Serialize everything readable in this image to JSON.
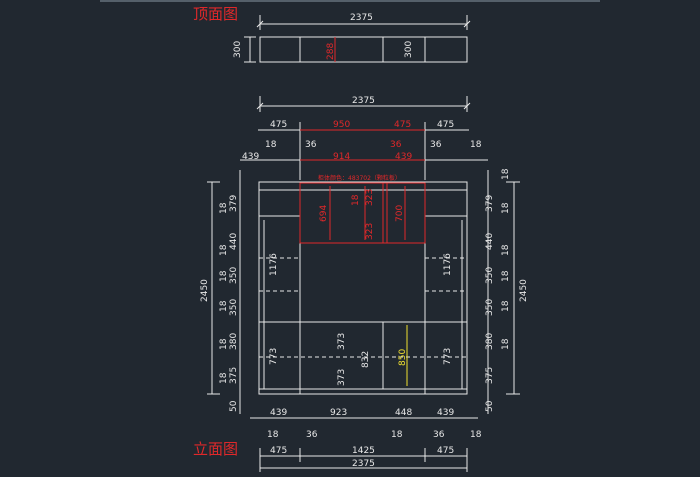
{
  "titles": {
    "top_view": "顶面图",
    "elevation": "立面图"
  },
  "note": "柜体颜色：483702（颗粒板）",
  "top_view": {
    "width": "2375",
    "depth": "300",
    "inner_depth": "288"
  },
  "elevation": {
    "total_width": "2375",
    "top_segments": [
      "475",
      "950",
      "475",
      "475"
    ],
    "top_inner": [
      "18",
      "439",
      "36",
      "914",
      "36",
      "439",
      "36",
      "18"
    ],
    "height": "2450",
    "left_heights": [
      "18",
      "379",
      "18",
      "440",
      "18",
      "350",
      "18",
      "350",
      "18",
      "380",
      "18",
      "375",
      "50"
    ],
    "right_heights": [
      "18",
      "379",
      "18",
      "440",
      "18",
      "350",
      "18",
      "350",
      "18",
      "380",
      "18",
      "375",
      "50"
    ],
    "inner_labels": [
      "1176",
      "773",
      "373",
      "373",
      "832",
      "850",
      "694",
      "18",
      "323",
      "323",
      "700",
      "1176",
      "773"
    ],
    "bottom_inner": [
      "439",
      "923",
      "448",
      "439"
    ],
    "bottom_dims": [
      "18",
      "36",
      "18",
      "36",
      "18"
    ],
    "bottom_segments": [
      "475",
      "1425",
      "475"
    ],
    "bottom_total": "2375"
  }
}
